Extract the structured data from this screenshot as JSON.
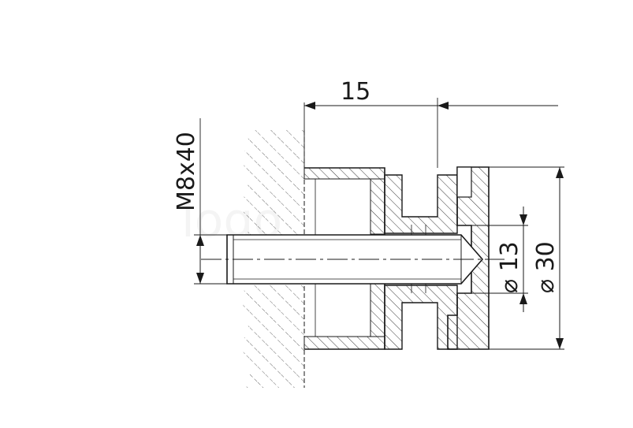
{
  "dimensions": {
    "width_label": "15",
    "thread_label": "M8x40",
    "inner_diameter_label": "⌀ 13",
    "outer_diameter_label": "⌀ 30"
  },
  "colors": {
    "ink": "#1a1a1a",
    "hatch": "#4a4a4a",
    "background": "#ffffff"
  }
}
